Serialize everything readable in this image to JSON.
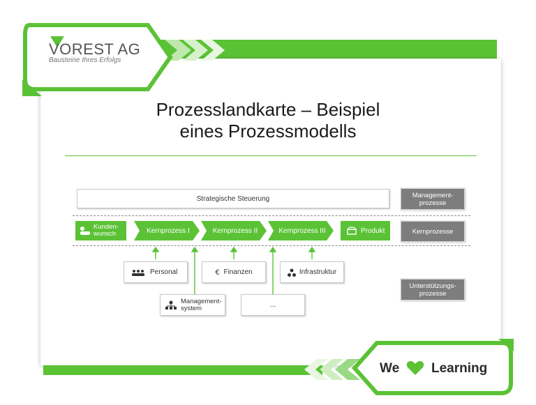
{
  "brand": {
    "logo_text": "VOREST AG",
    "tagline": "Bausteine Ihres Erfolgs",
    "accent_color": "#5bc236"
  },
  "title": {
    "line1": "Prozesslandkarte – Beispiel",
    "line2": "eines Prozessmodells"
  },
  "diagram": {
    "strategic": "Strategische Steuerung",
    "customer": {
      "line1": "Kunden-",
      "line2": "wunsch",
      "icon": "person-icon"
    },
    "core_processes": [
      "Kernprozess I",
      "Kernprozess II",
      "Kernprozess III"
    ],
    "product": {
      "label": "Produkt",
      "icon": "box-icon"
    },
    "support": {
      "personal": {
        "label": "Personal",
        "icon": "people-icon"
      },
      "finanzen": {
        "label": "Finanzen",
        "icon": "euro-icon"
      },
      "infrastruktur": {
        "label": "Infrastruktur",
        "icon": "network-icon"
      },
      "managementsystem": {
        "line1": "Management-",
        "line2": "system",
        "icon": "org-chart-icon"
      },
      "more": "..."
    },
    "legend": {
      "management": {
        "line1": "Management-",
        "line2": "prozesse"
      },
      "core": "Kernprozesse",
      "support": {
        "line1": "Unterstützungs-",
        "line2": "prozesse"
      }
    }
  },
  "footer": {
    "we": "We",
    "learning": "Learning",
    "heart_icon": "heart-icon"
  }
}
